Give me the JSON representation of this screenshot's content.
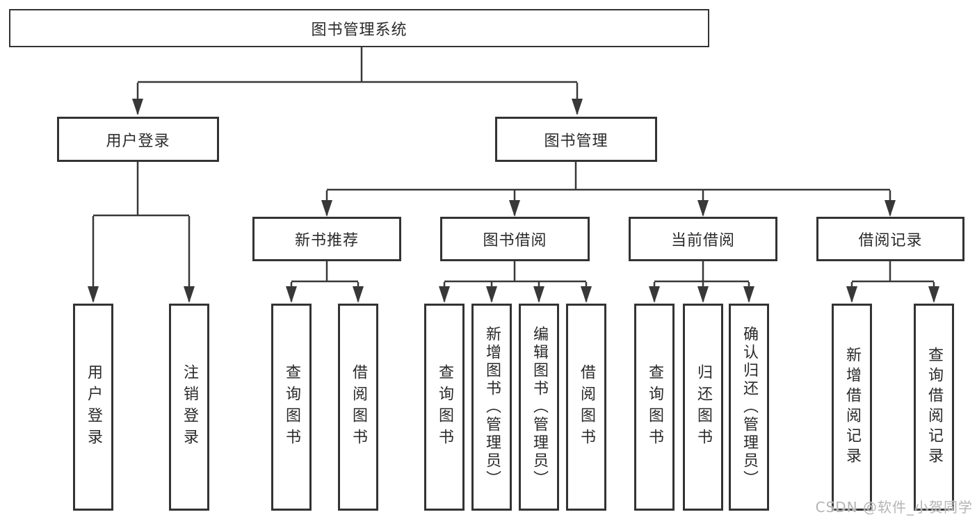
{
  "tree": {
    "label": "图书管理系统",
    "children": [
      {
        "label": "用户登录",
        "children": [
          {
            "label": "用户登录"
          },
          {
            "label": "注销登录"
          }
        ]
      },
      {
        "label": "图书管理",
        "children": [
          {
            "label": "新书推荐",
            "children": [
              {
                "label": "查询图书"
              },
              {
                "label": "借阅图书"
              }
            ]
          },
          {
            "label": "图书借阅",
            "children": [
              {
                "label": "查询图书"
              },
              {
                "label": "新增图书（管理员）"
              },
              {
                "label": "编辑图书（管理员）"
              },
              {
                "label": "借阅图书"
              }
            ]
          },
          {
            "label": "当前借阅",
            "children": [
              {
                "label": "查询图书"
              },
              {
                "label": "归还图书"
              },
              {
                "label": "确认归还（管理员）"
              }
            ]
          },
          {
            "label": "借阅记录",
            "children": [
              {
                "label": "新增借阅记录"
              },
              {
                "label": "查询借阅记录"
              }
            ]
          }
        ]
      }
    ]
  },
  "watermark": {
    "text": "CSDN @软件_小贺同学"
  },
  "colors": {
    "line": "#383838",
    "box_border": "#333333",
    "text": "#2a2a2a",
    "watermark": "#b4b4b4"
  }
}
